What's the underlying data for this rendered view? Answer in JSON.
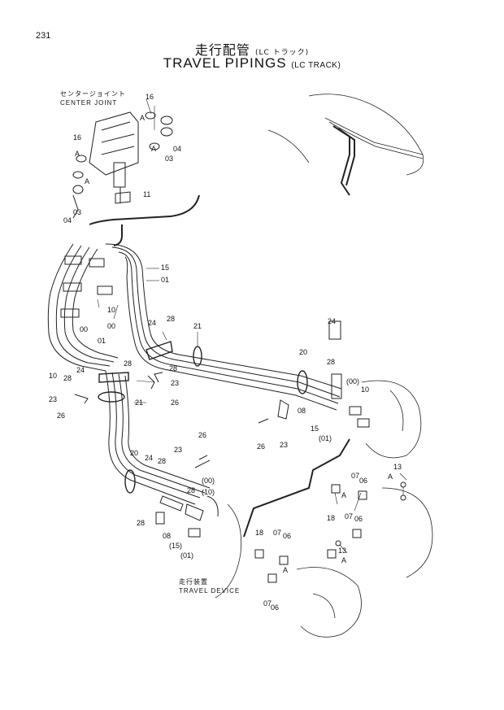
{
  "page": {
    "number": "231"
  },
  "title": {
    "jp": "走行配管",
    "jp_sub": "(LC トラック)",
    "en": "TRAVEL PIPINGS",
    "en_sub": "(LC TRACK)"
  },
  "captions": {
    "center_joint_jp": "センタージョイント",
    "center_joint_en": "CENTER JOINT",
    "travel_device_jp": "走行装置",
    "travel_device_en": "TRAVEL DEVICE"
  },
  "part_labels": [
    {
      "id": "l1",
      "text": "16"
    },
    {
      "id": "l2",
      "text": "A"
    },
    {
      "id": "l3",
      "text": "04"
    },
    {
      "id": "l4",
      "text": "A"
    },
    {
      "id": "l5",
      "text": "03"
    },
    {
      "id": "l6",
      "text": "16"
    },
    {
      "id": "l7",
      "text": "A"
    },
    {
      "id": "l8",
      "text": "A"
    },
    {
      "id": "l9",
      "text": "11"
    },
    {
      "id": "l10",
      "text": "03"
    },
    {
      "id": "l11",
      "text": "04"
    },
    {
      "id": "l12",
      "text": "15"
    },
    {
      "id": "l13",
      "text": "01"
    },
    {
      "id": "l14",
      "text": "10"
    },
    {
      "id": "l15",
      "text": "00"
    },
    {
      "id": "l16",
      "text": "00"
    },
    {
      "id": "l17",
      "text": "01"
    },
    {
      "id": "l18",
      "text": "10"
    },
    {
      "id": "l19",
      "text": "28"
    },
    {
      "id": "l20",
      "text": "24"
    },
    {
      "id": "l21",
      "text": "28"
    },
    {
      "id": "l22",
      "text": "23"
    },
    {
      "id": "l23",
      "text": "21"
    },
    {
      "id": "l24",
      "text": "28"
    },
    {
      "id": "l25",
      "text": "24"
    },
    {
      "id": "l26",
      "text": "28"
    },
    {
      "id": "l27",
      "text": "23"
    },
    {
      "id": "l28",
      "text": "21"
    },
    {
      "id": "l29",
      "text": "26"
    },
    {
      "id": "l30",
      "text": "26"
    },
    {
      "id": "l31",
      "text": "24"
    },
    {
      "id": "l32",
      "text": "20"
    },
    {
      "id": "l33",
      "text": "28"
    },
    {
      "id": "l34",
      "text": "(00)"
    },
    {
      "id": "l35",
      "text": "10"
    },
    {
      "id": "l36",
      "text": "08"
    },
    {
      "id": "l37",
      "text": "15"
    },
    {
      "id": "l38",
      "text": "(01)"
    },
    {
      "id": "l39",
      "text": "26"
    },
    {
      "id": "l40",
      "text": "23"
    },
    {
      "id": "l41",
      "text": "26"
    },
    {
      "id": "l42",
      "text": "23"
    },
    {
      "id": "l43",
      "text": "20"
    },
    {
      "id": "l44",
      "text": "24"
    },
    {
      "id": "l45",
      "text": "28"
    },
    {
      "id": "l46",
      "text": "(00)"
    },
    {
      "id": "l47",
      "text": "(10)"
    },
    {
      "id": "l48",
      "text": "28"
    },
    {
      "id": "l49",
      "text": "28"
    },
    {
      "id": "l50",
      "text": "08"
    },
    {
      "id": "l51",
      "text": "(15)"
    },
    {
      "id": "l52",
      "text": "(01)"
    },
    {
      "id": "l53",
      "text": "13"
    },
    {
      "id": "l54",
      "text": "A"
    },
    {
      "id": "l55",
      "text": "07"
    },
    {
      "id": "l56",
      "text": "06"
    },
    {
      "id": "l57",
      "text": "A"
    },
    {
      "id": "l58",
      "text": "18"
    },
    {
      "id": "l59",
      "text": "07"
    },
    {
      "id": "l60",
      "text": "06"
    },
    {
      "id": "l61",
      "text": "18"
    },
    {
      "id": "l62",
      "text": "07"
    },
    {
      "id": "l63",
      "text": "06"
    },
    {
      "id": "l64",
      "text": "13"
    },
    {
      "id": "l65",
      "text": "A"
    },
    {
      "id": "l66",
      "text": "A"
    },
    {
      "id": "l67",
      "text": "07"
    },
    {
      "id": "l68",
      "text": "06"
    }
  ]
}
